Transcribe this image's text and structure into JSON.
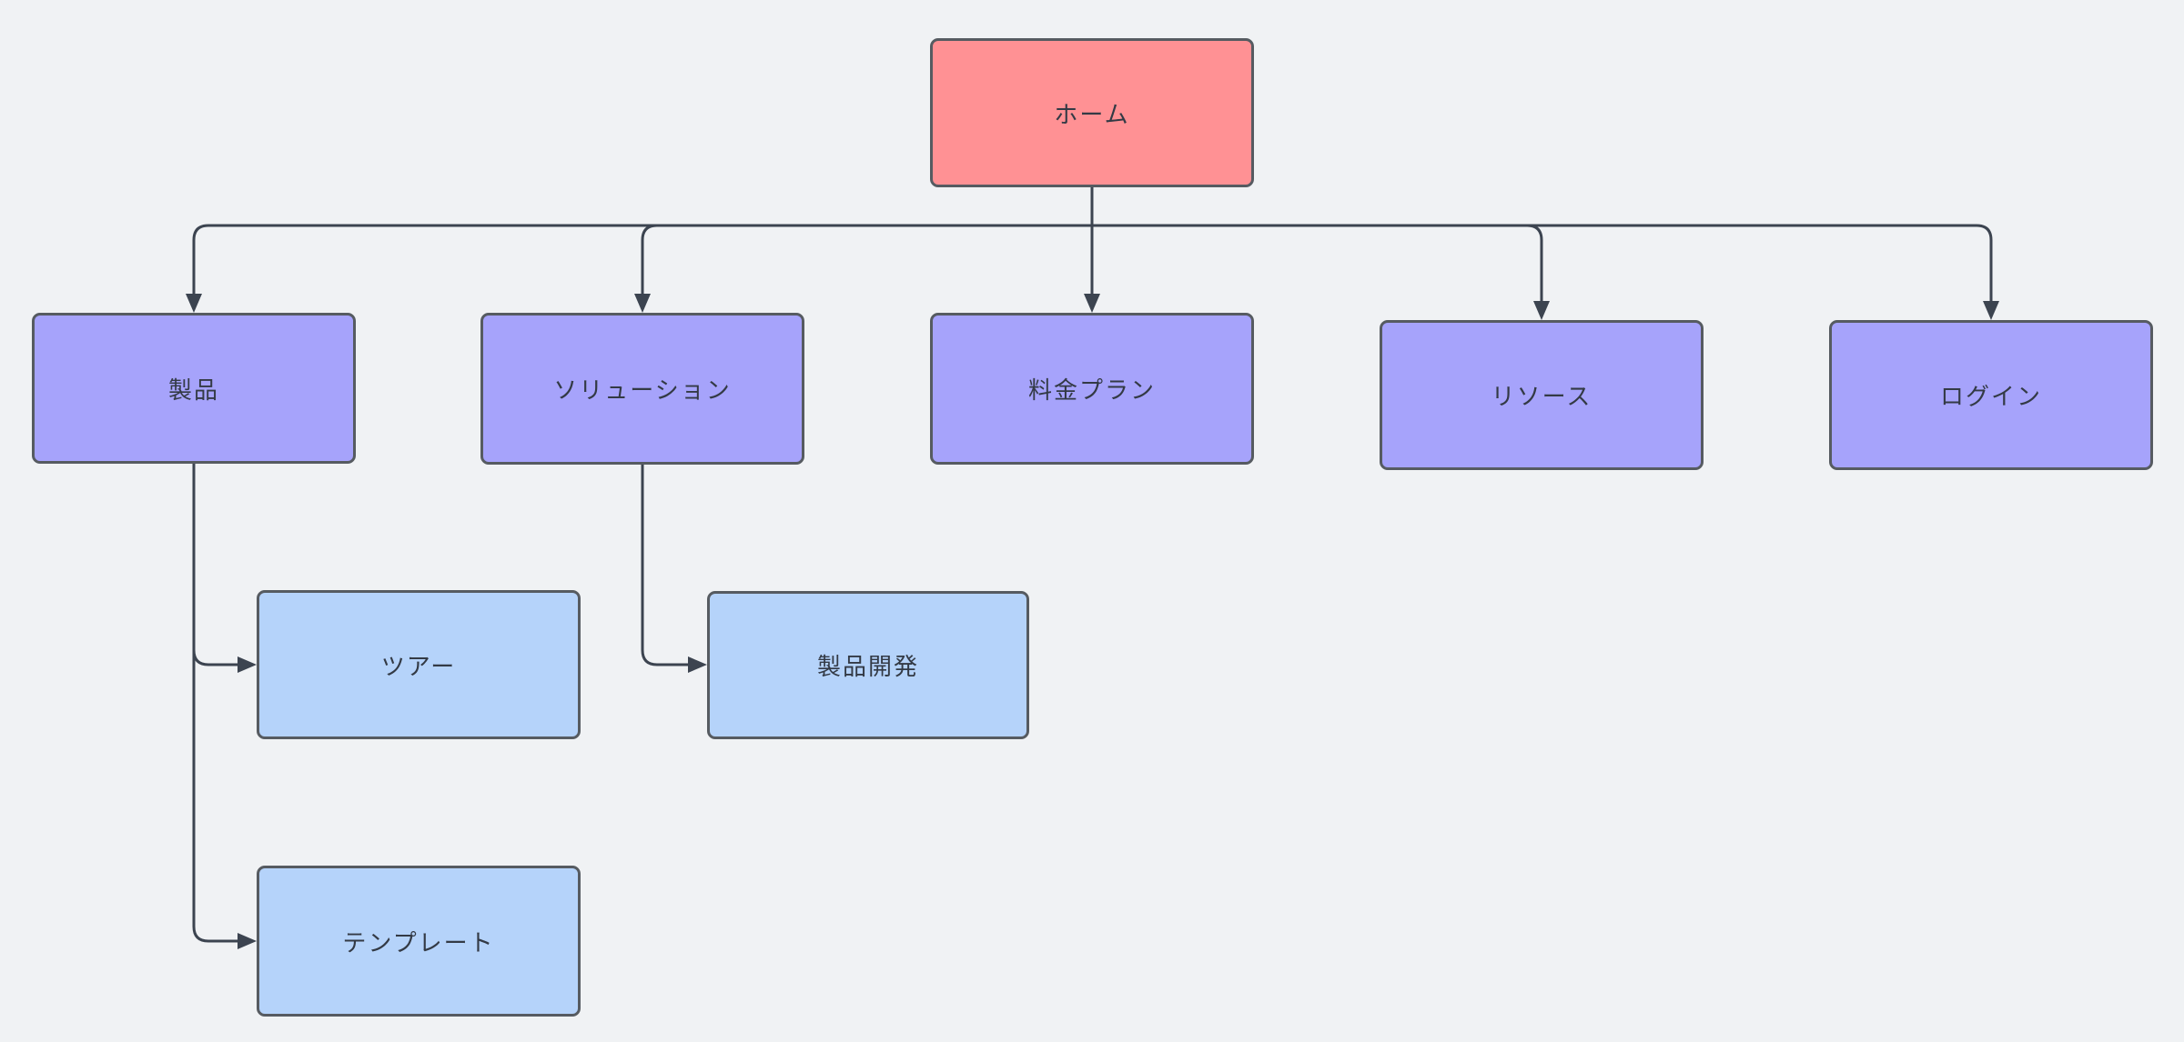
{
  "diagram": {
    "title": "sitemap-flowchart",
    "nodes": [
      {
        "id": "home",
        "label": "ホーム",
        "level": "root"
      },
      {
        "id": "products",
        "label": "製品",
        "level": "secondary"
      },
      {
        "id": "solutions",
        "label": "ソリューション",
        "level": "secondary"
      },
      {
        "id": "pricing",
        "label": "料金プラン",
        "level": "secondary"
      },
      {
        "id": "resources",
        "label": "リソース",
        "level": "secondary"
      },
      {
        "id": "login",
        "label": "ログイン",
        "level": "secondary"
      },
      {
        "id": "tour",
        "label": "ツアー",
        "level": "tertiary"
      },
      {
        "id": "product-development",
        "label": "製品開発",
        "level": "tertiary"
      },
      {
        "id": "templates",
        "label": "テンプレート",
        "level": "tertiary"
      }
    ],
    "edges": [
      {
        "from": "home",
        "to": "products"
      },
      {
        "from": "home",
        "to": "solutions"
      },
      {
        "from": "home",
        "to": "pricing"
      },
      {
        "from": "home",
        "to": "resources"
      },
      {
        "from": "home",
        "to": "login"
      },
      {
        "from": "products",
        "to": "tour"
      },
      {
        "from": "products",
        "to": "templates"
      },
      {
        "from": "solutions",
        "to": "product-development"
      }
    ],
    "colors": {
      "background": "#F0F2F4",
      "root_fill": "#FF9194",
      "secondary_fill": "#A6A3FB",
      "tertiary_fill": "#B5D3FA",
      "node_border": "#565B61",
      "connector": "#3C4450",
      "text": "#333A45"
    }
  }
}
